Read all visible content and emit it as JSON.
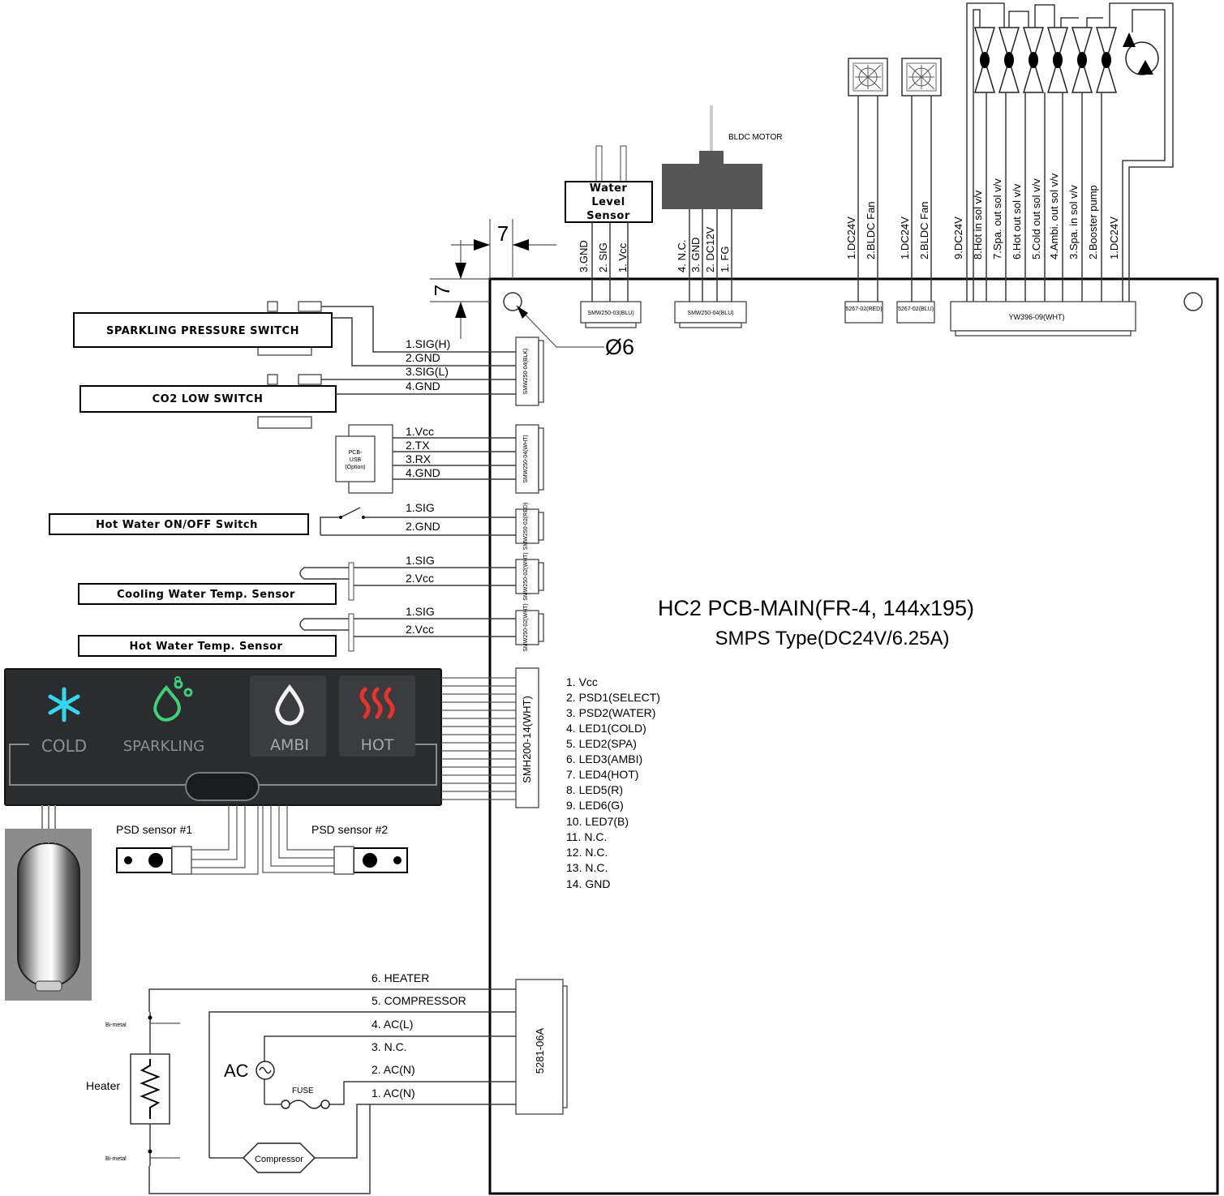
{
  "pcb": {
    "title": "HC2 PCB-MAIN(FR-4, 144x195)",
    "subtitle": "SMPS Type(DC24V/6.25A)"
  },
  "dimensions": {
    "h_offset": "7",
    "v_offset": "7",
    "hole": "Ø6"
  },
  "labels": {
    "sparkling_pressure_switch": "SPARKLING PRESSURE SWITCH",
    "co2_low_switch": "CO2 LOW SWITCH",
    "hot_water_switch": "Hot Water ON/OFF Switch",
    "cooling_temp_sensor": "Cooling  Water Temp.  Sensor",
    "hot_temp_sensor": "Hot  Water Temp.  Sensor",
    "water_level_sensor": [
      "Water",
      "Level",
      "Sensor"
    ],
    "bldc_motor": "BLDC MOTOR",
    "pcb_usb": [
      "PCB-",
      "USB",
      "(Option)"
    ],
    "psd1": "PSD sensor #1",
    "psd2": "PSD sensor #2",
    "heater": "Heater",
    "bimetal_top": "Bi-metal",
    "bimetal_bottom": "Bi-metal",
    "ac": "AC",
    "fuse": "FUSE",
    "compressor": "Compressor"
  },
  "connectors": {
    "pressure": "SMW250-04(BLK)",
    "uart": "SMW250-04(WHT)",
    "hot_switch": "SMW250-02(RED)",
    "cool_sensor": "SMW250-02(WHT)",
    "hot_sensor": "SMW250-02(WHT)",
    "panel": "SMH200-14(WHT)",
    "power": "5281-06A",
    "water_level": "SMW250-03(BLU)",
    "bldc": "SMW250-04(BLU)",
    "fan1": "5267-02(RED)",
    "fan2": "5267-02(BLU)",
    "valves": "YW396-09(WHT)"
  },
  "pins": {
    "pressure": [
      "1.SIG(H)",
      "2.GND",
      "3.SIG(L)",
      "4.GND"
    ],
    "uart": [
      "1.Vcc",
      "2.TX",
      "3.RX",
      "4.GND"
    ],
    "hot_switch": [
      "1.SIG",
      "2.GND"
    ],
    "cool_sensor": [
      "1.SIG",
      "2.Vcc"
    ],
    "hot_sensor": [
      "1.SIG",
      "2.Vcc"
    ],
    "panel": [
      "1. Vcc",
      "2. PSD1(SELECT)",
      "3. PSD2(WATER)",
      "4. LED1(COLD)",
      "5. LED2(SPA)",
      "6. LED3(AMBI)",
      "7. LED4(HOT)",
      "8. LED5(R)",
      "9. LED6(G)",
      "10. LED7(B)",
      "11. N.C.",
      "12. N.C.",
      "13. N.C.",
      "14. GND"
    ],
    "power": [
      "6. HEATER",
      "5. COMPRESSOR",
      "4. AC(L)",
      "3. N.C.",
      "2. AC(N)",
      "1. AC(N)"
    ],
    "water_level": [
      "3.GND",
      "2. SIG",
      "1. Vcc"
    ],
    "bldc": [
      "4. N.C.",
      "3. GND",
      "2. DC12V",
      "1. FG"
    ],
    "fan1": [
      "1.DC24V",
      "2.BLDC Fan"
    ],
    "fan2": [
      "1.DC24V",
      "2.BLDC Fan"
    ],
    "valves": [
      "9.DC24V",
      "8.Hot in sol v/v",
      "7.Spa. out sol v/v",
      "6.Hot out sol v/v",
      "5.Cold out sol v/v",
      "4.Ambi. out sol v/v",
      "3.Spa. in sol v/v",
      "2.Booster pump",
      "1.DC24V"
    ]
  },
  "panel_buttons": {
    "cold": "COLD",
    "sparkling": "SPARKLING",
    "ambi": "AMBI",
    "hot": "HOT"
  },
  "colors": {
    "cold": "#35d6f0",
    "sparkling": "#3fd07a",
    "ambi": "#f2f2f2",
    "hot": "#e8322a",
    "panel_bg": "#2a2c2e"
  }
}
